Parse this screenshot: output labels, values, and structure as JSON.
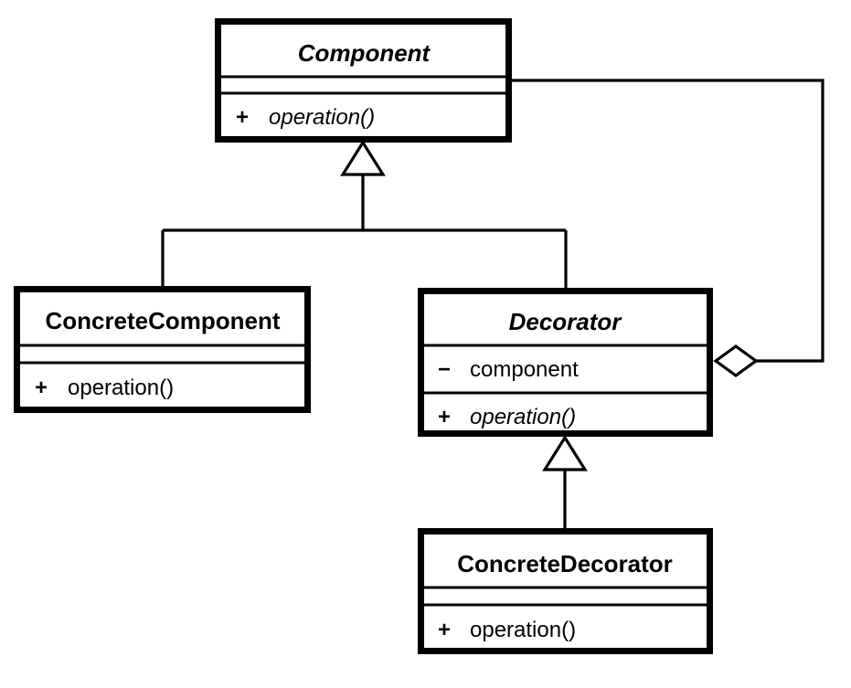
{
  "diagram": {
    "title": "Decorator pattern UML class diagram",
    "kind": "uml-class-diagram",
    "colors": {
      "background": "#ffffff",
      "stroke": "#000000",
      "fill": "#ffffff"
    }
  },
  "classes": [
    {
      "id": "component",
      "name": "Component",
      "abstract": true,
      "attributes": [],
      "operations": [
        {
          "visibility": "+",
          "name": "operation()",
          "abstract": true
        }
      ]
    },
    {
      "id": "concrete-component",
      "name": "ConcreteComponent",
      "abstract": false,
      "attributes": [],
      "operations": [
        {
          "visibility": "+",
          "name": "operation()",
          "abstract": false
        }
      ]
    },
    {
      "id": "decorator",
      "name": "Decorator",
      "abstract": true,
      "attributes": [
        {
          "visibility": "−",
          "name": "component"
        }
      ],
      "operations": [
        {
          "visibility": "+",
          "name": "operation()",
          "abstract": true
        }
      ]
    },
    {
      "id": "concrete-decorator",
      "name": "ConcreteDecorator",
      "abstract": false,
      "attributes": [],
      "operations": [
        {
          "visibility": "+",
          "name": "operation()",
          "abstract": false
        }
      ]
    }
  ],
  "relationships": [
    {
      "id": "gen-concrete-component",
      "type": "generalization",
      "from": "ConcreteComponent",
      "to": "Component",
      "marker": "hollow-triangle"
    },
    {
      "id": "gen-decorator",
      "type": "generalization",
      "from": "Decorator",
      "to": "Component",
      "marker": "hollow-triangle"
    },
    {
      "id": "gen-concrete-decorator",
      "type": "generalization",
      "from": "ConcreteDecorator",
      "to": "Decorator",
      "marker": "hollow-triangle"
    },
    {
      "id": "agg-decorator-component",
      "type": "aggregation",
      "from": "Decorator",
      "to": "Component",
      "marker": "hollow-diamond"
    }
  ]
}
